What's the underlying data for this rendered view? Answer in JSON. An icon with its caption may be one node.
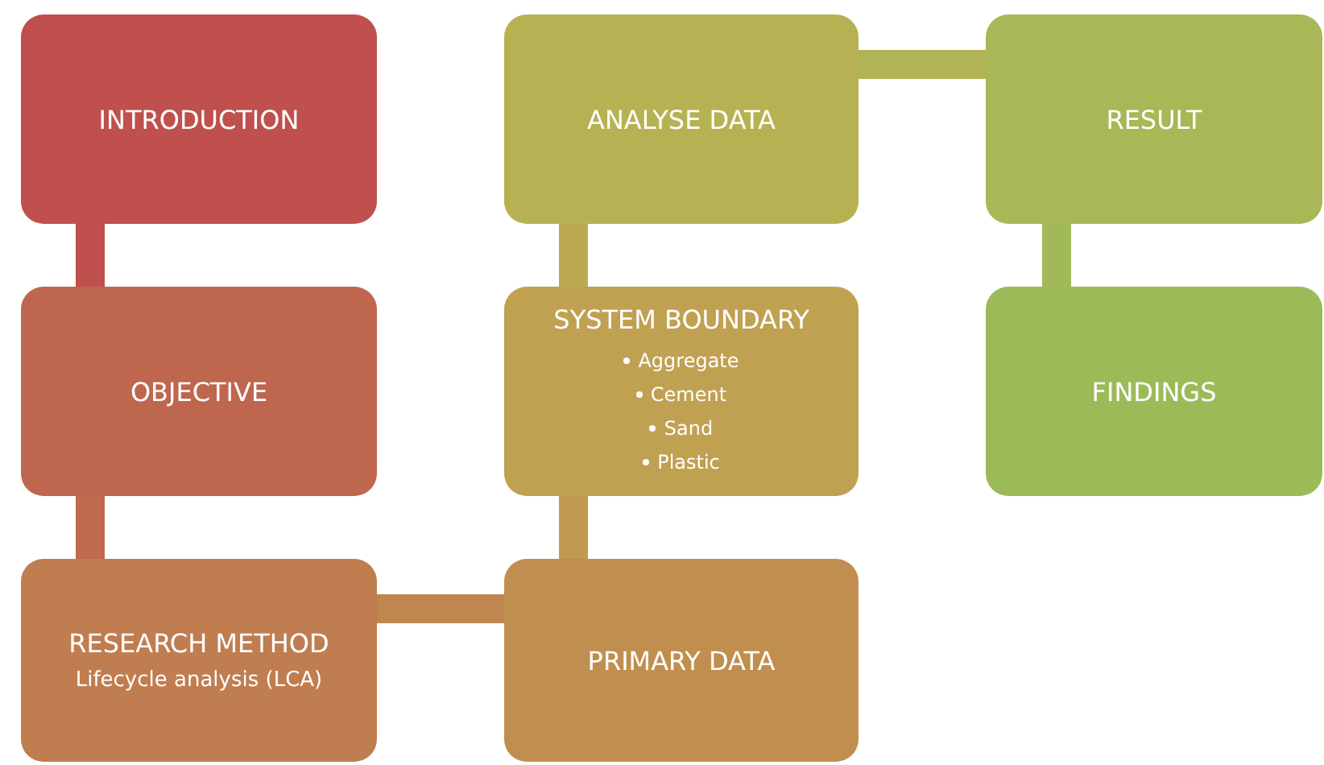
{
  "diagram": {
    "nodes": [
      {
        "text": [
          "INTRODUCTION"
        ]
      },
      {
        "text": [
          "OBJECTIVE"
        ]
      },
      {
        "text": [
          "RESEARCH METHOD",
          "Lifecycle analysis (LCA)"
        ]
      },
      {
        "text": [
          "PRIMARY DATA"
        ]
      },
      {
        "text": [
          "SYSTEM BOUNDARY",
          "Aggregate",
          "Cement",
          "Sand",
          "Plastic"
        ]
      },
      {
        "text": [
          "ANALYSE DATA"
        ]
      },
      {
        "text": [
          "RESULT"
        ]
      },
      {
        "text": [
          "FINDINGS"
        ]
      }
    ],
    "edges": [
      {
        "from": 0,
        "to": 1,
        "arrow": "none",
        "color": "#c0504d"
      },
      {
        "from": 1,
        "to": 2,
        "arrow": "none",
        "color": "#bf6a4e"
      },
      {
        "from": 2,
        "to": 3,
        "arrow": "none",
        "color": "#c08650"
      },
      {
        "from": 3,
        "to": 4,
        "arrow": "none",
        "color": "#c09a50"
      },
      {
        "from": 4,
        "to": 5,
        "arrow": "none",
        "color": "#bcaa52"
      },
      {
        "from": 5,
        "to": 6,
        "arrow": "none",
        "color": "#b0b454"
      },
      {
        "from": 6,
        "to": 7,
        "arrow": "none",
        "color": "#a2b957"
      }
    ]
  }
}
